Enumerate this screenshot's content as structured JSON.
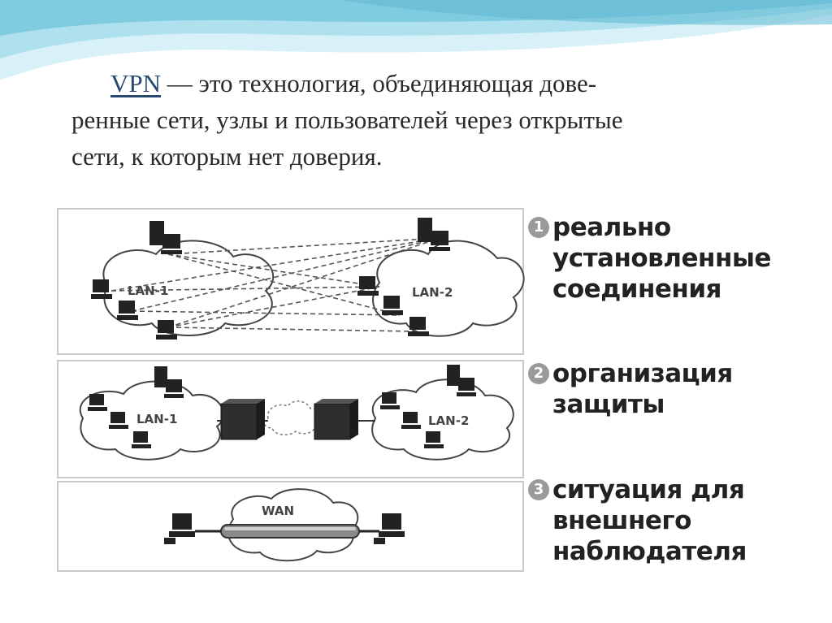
{
  "intro": {
    "term": "VPN",
    "line1_rest": " — это технология, объединяющая дове-",
    "line2": "ренные сети, узлы и пользователей через открытые",
    "line3": "сети, к которым нет доверия."
  },
  "diagram": {
    "lan1_label": "LAN-1",
    "lan2_label": "LAN-2",
    "wan_label": "WAN"
  },
  "legend": [
    {
      "number": "1",
      "lines": [
        "реально",
        "установленные",
        "соединения"
      ]
    },
    {
      "number": "2",
      "lines": [
        "организация",
        "защиты"
      ]
    },
    {
      "number": "3",
      "lines": [
        "ситуация для",
        "внешнего",
        "наблюдателя"
      ]
    }
  ],
  "colors": {
    "wave_light": "#cfeef6",
    "wave_dark": "#5fb8cf",
    "link_color": "#26486f"
  }
}
